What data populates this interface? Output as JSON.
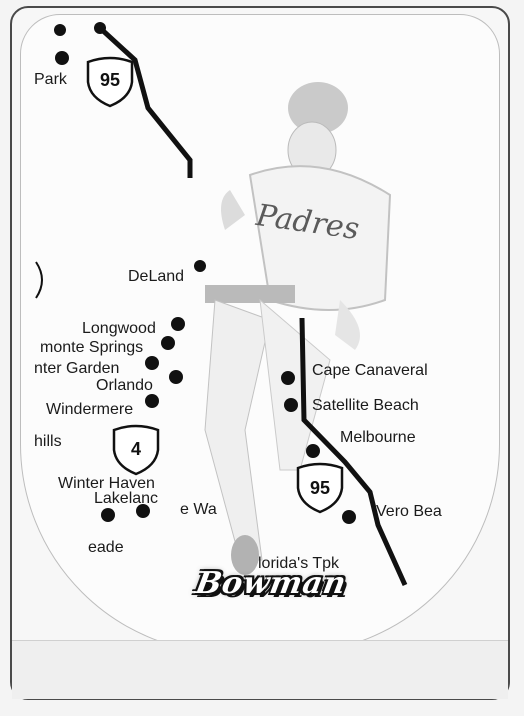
{
  "card": {
    "brand": "Bowman",
    "jersey_text": "Padres"
  },
  "map": {
    "cities_left": [
      {
        "name": "Park"
      },
      {
        "name": "DeLand"
      },
      {
        "name": "Longwood"
      },
      {
        "name": "monte Springs"
      },
      {
        "name": "nter Garden"
      },
      {
        "name": "Orlando"
      },
      {
        "name": "Windermere"
      },
      {
        "name": "hills"
      },
      {
        "name": "Winter Haven"
      },
      {
        "name": "Lakelanc"
      },
      {
        "name": "eade"
      },
      {
        "name": "e Wa"
      }
    ],
    "cities_right": [
      {
        "name": "Cape Canaveral"
      },
      {
        "name": "Satellite Beach"
      },
      {
        "name": "Melbourne"
      },
      {
        "name": "Vero Bea"
      }
    ],
    "road_label": "lorida's Tpk",
    "shields": [
      {
        "number": "95"
      },
      {
        "number": "4"
      },
      {
        "number": "95"
      }
    ]
  },
  "colors": {
    "ink": "#111111",
    "paper": "#fcfcfc",
    "border": "#4a4a4a"
  }
}
